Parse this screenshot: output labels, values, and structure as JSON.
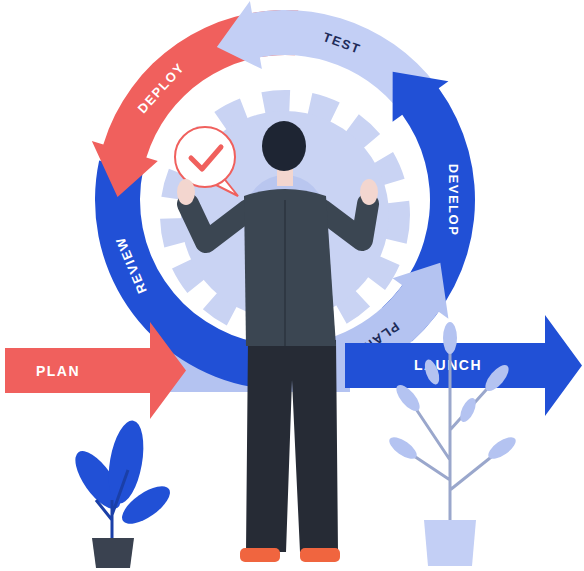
{
  "diagram": {
    "nodes": [
      {
        "text": [
          "PLAN"
        ]
      },
      {
        "text": [
          "REVIEW"
        ]
      },
      {
        "text": [
          "DEPLOY"
        ]
      },
      {
        "text": [
          "TEST"
        ]
      },
      {
        "text": [
          "DEVELOP"
        ]
      },
      {
        "text": [
          "PLAN"
        ]
      },
      {
        "text": [
          "LAUNCH"
        ]
      }
    ]
  }
}
